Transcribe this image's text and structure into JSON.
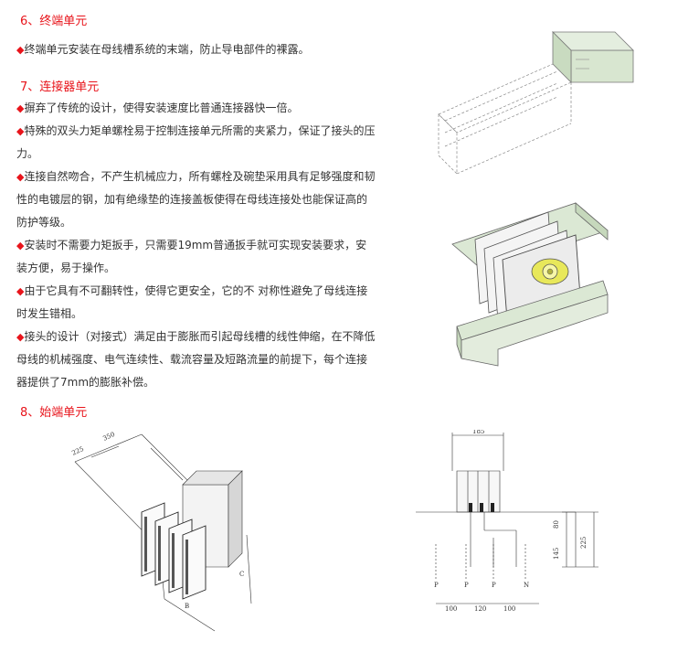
{
  "sections": [
    {
      "heading": "6、终端单元",
      "paragraphs": [
        "终端单元安装在母线槽系统的末端，防止导电部件的裸露。"
      ]
    },
    {
      "heading": "7、连接器单元",
      "paragraphs": [
        "摒弃了传统的设计，使得安装速度比普通连接器快一倍。",
        "特殊的双头力矩单螺栓易于控制连接单元所需的夹紧力，保证了接头的压力。",
        "连接自然吻合，不产生机械应力，所有螺栓及碗垫采用具有足够强度和韧性的电镀层的钢，加有绝缘垫的连接盖板使得在母线连接处也能保证高的防护等级。",
        "安装时不需要力矩扳手，只需要19mm普通扳手就可实现安装要求，安装方便，易于操作。",
        "由于它具有不可翻转性，使得它更安全，它的不 对称性避免了母线连接时发生错相。",
        "接头的设计（对接式）满足由于膨胀而引起母线槽的线性伸缩，在不降低母线的机械强度、电气连续性、载流容量及短路流量的前提下，每个连接器提供了7mm的膨胀补偿。"
      ]
    },
    {
      "heading": "8、始端单元",
      "paragraphs": []
    }
  ],
  "bullet_symbol": "◆",
  "figures": {
    "start_unit_iso": {
      "dim_a": "225",
      "dim_b": "350",
      "label_c": "C",
      "label_b": "B"
    },
    "start_unit_front": {
      "top_width": "185",
      "phase_labels": [
        "P",
        "P",
        "P",
        "N"
      ],
      "bottom_dims": [
        "100",
        "120",
        "100"
      ],
      "right_dims": [
        "80",
        "145",
        "225"
      ]
    }
  },
  "colors": {
    "heading": "#e8141b",
    "bullet": "#e8141b",
    "text": "#333333",
    "green_fill": "#d8e6d0"
  }
}
